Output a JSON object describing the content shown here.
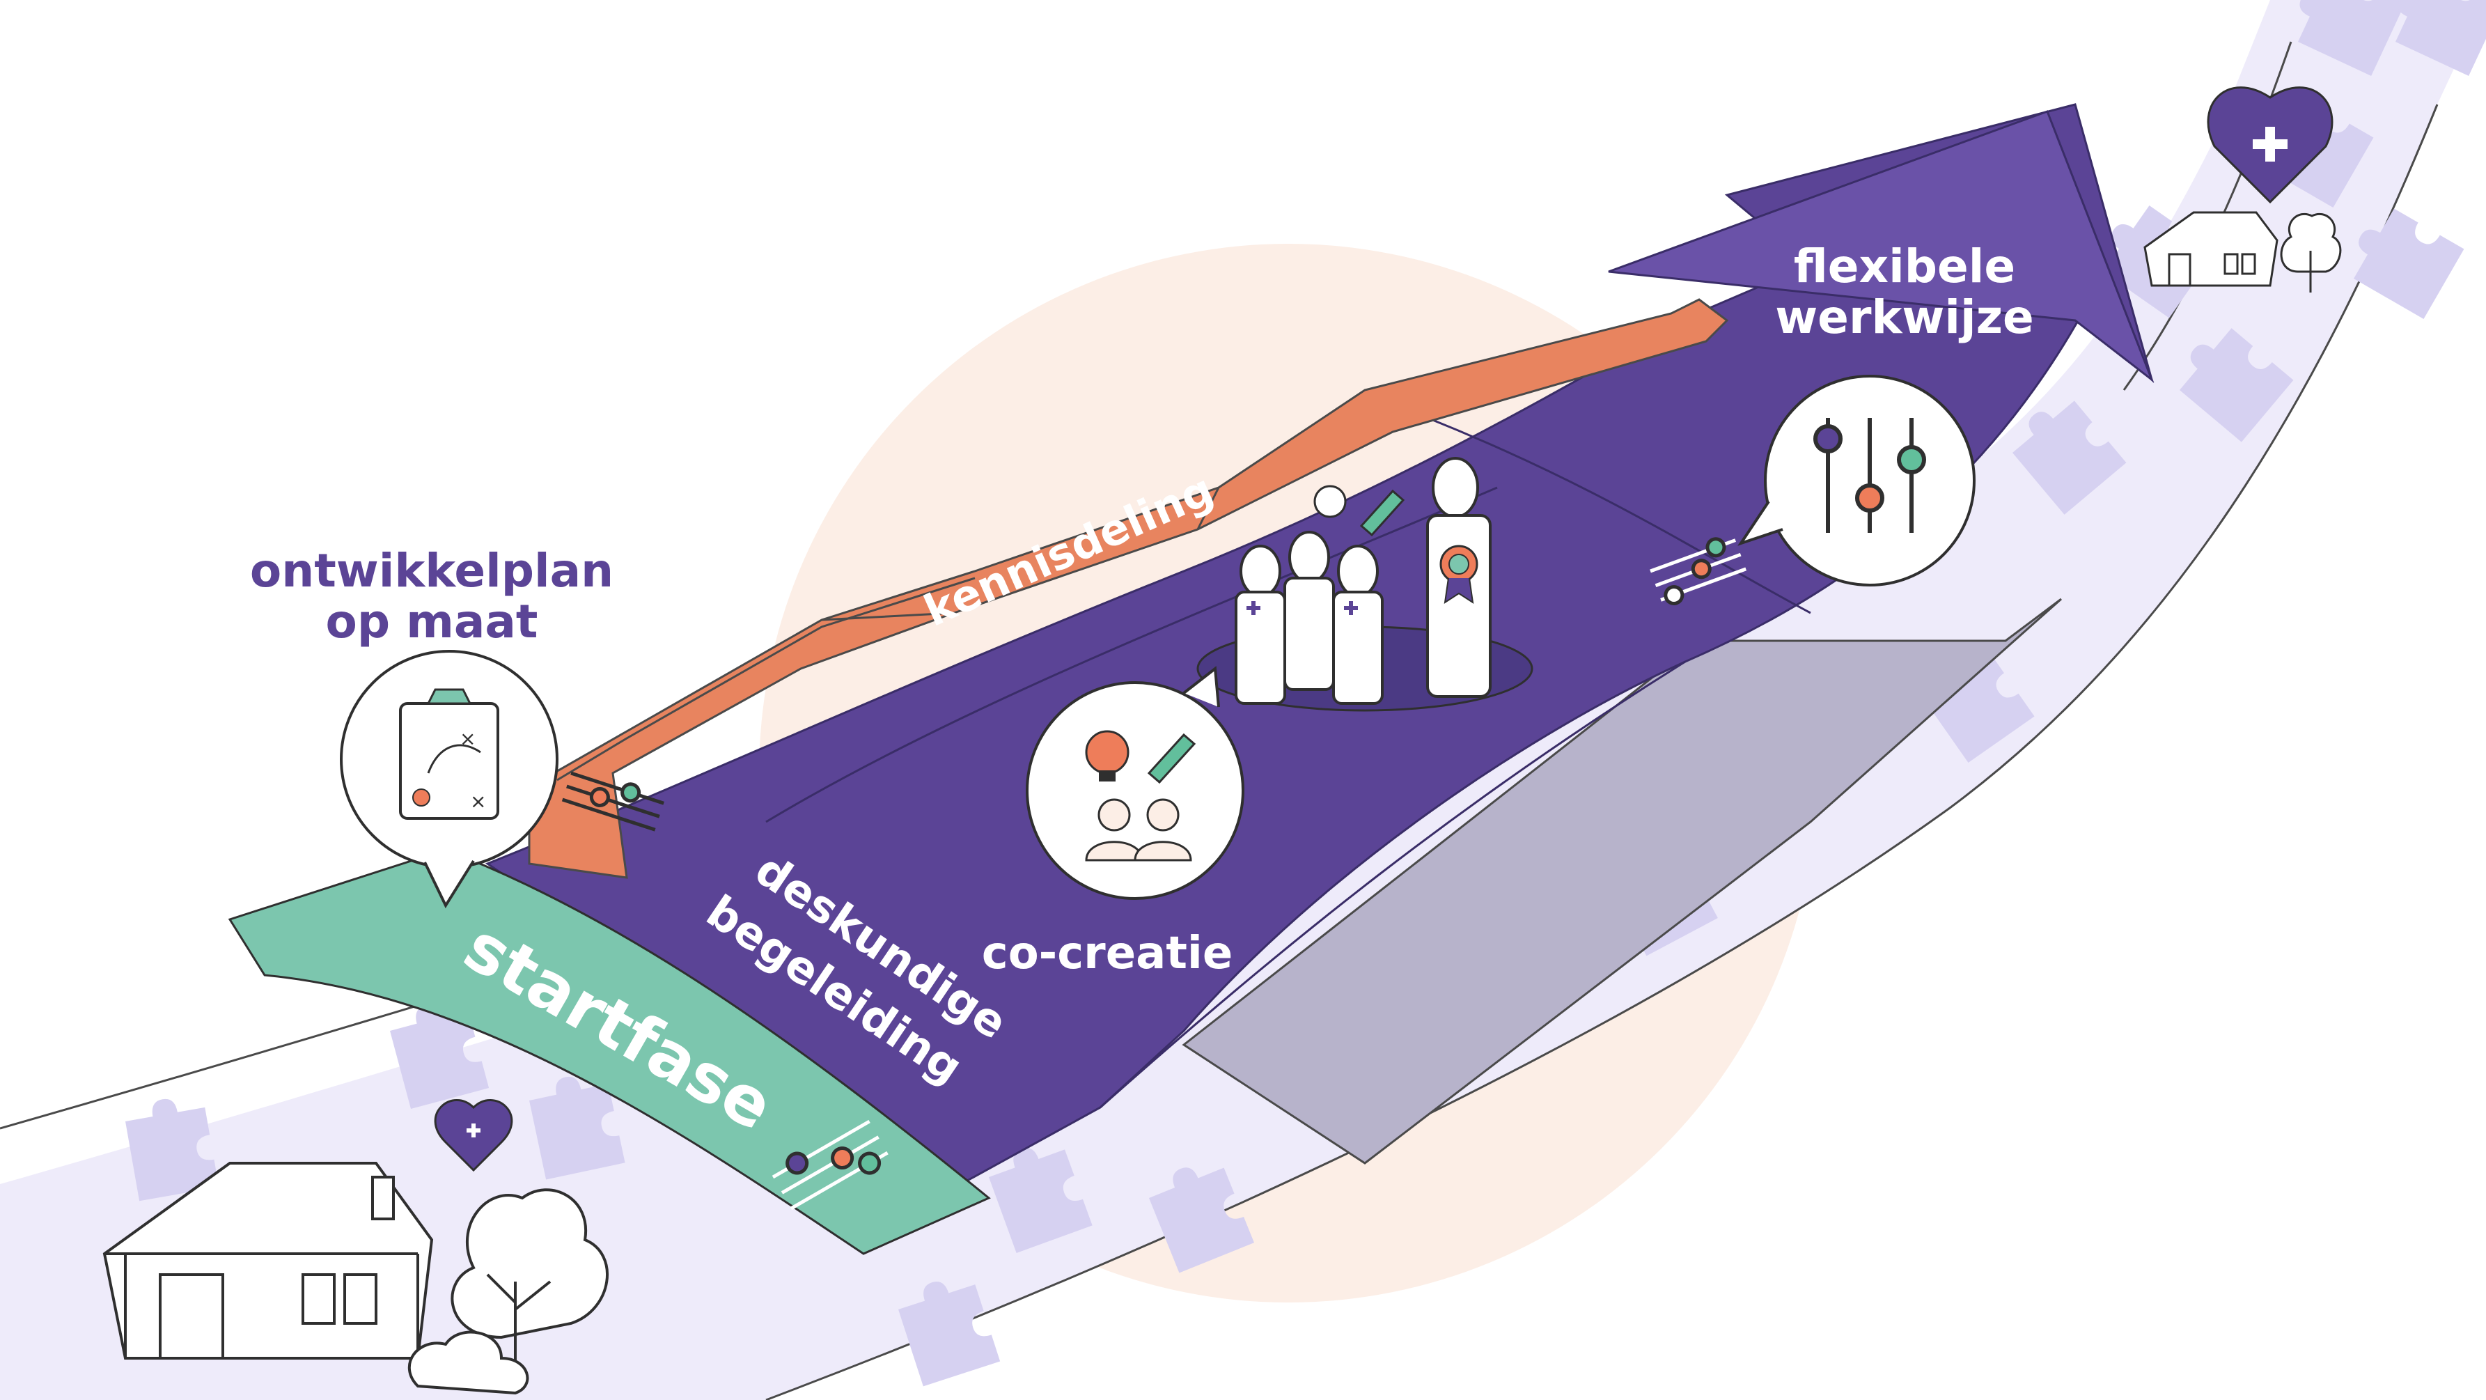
{
  "labels": {
    "ontwikkelplan_line1": "ontwikkelplan",
    "ontwikkelplan_line2": "op maat",
    "startfase": "startfase",
    "deskundige_line1": "deskundige",
    "deskundige_line2": "begeleiding",
    "kennisdeling": "kennisdeling",
    "co_creatie": "co-creatie",
    "flexibele_line1": "flexibele",
    "flexibele_line2": "werkwijze"
  },
  "colors": {
    "purple_dark": "#4B3A84",
    "purple": "#5B4496",
    "purple_light": "#6A52A8",
    "orange": "#E8845F",
    "orange_light": "#F09A75",
    "green": "#7CC6AE",
    "peach_circle": "#FCEEE6",
    "path_lavender": "#E8E5F7",
    "puzzle": "#D6D1F1",
    "grey_band": "#B7B3CB",
    "heart": "#5B4496",
    "accent_green": "#62BF9C",
    "accent_orange": "#EE7D5A"
  },
  "icons": {
    "clipboard": "clipboard-strategy-icon",
    "sliders": "sliders-icon",
    "lightbulb": "lightbulb-icon",
    "pencil": "pencil-icon",
    "people": "people-icon",
    "heart": "heart-plus-icon",
    "house": "house-icon",
    "tree": "tree-icon",
    "award": "award-ribbon-icon"
  }
}
